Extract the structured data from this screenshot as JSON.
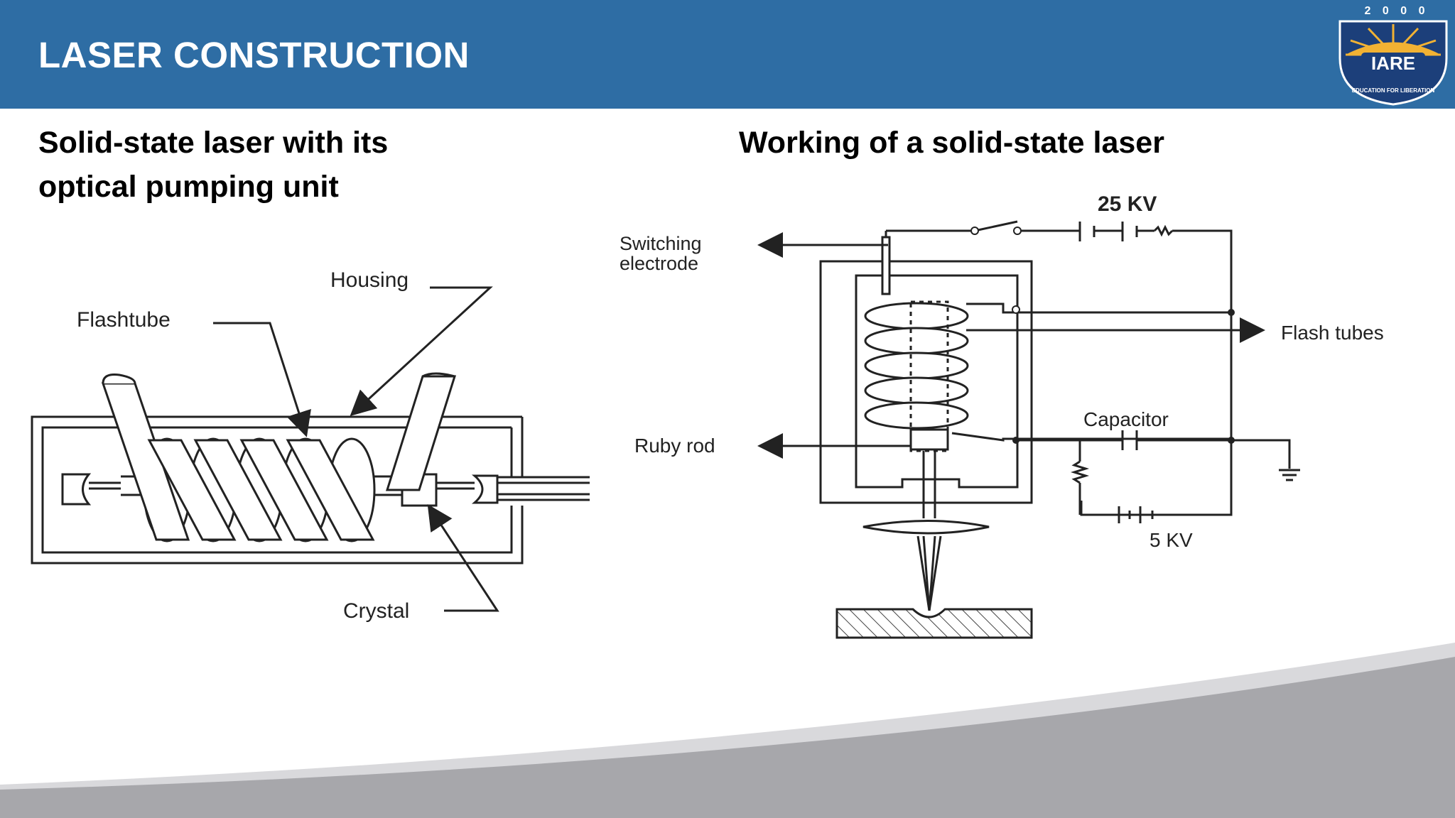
{
  "slide": {
    "title": "LASER CONSTRUCTION"
  },
  "logo": {
    "text": "IARE",
    "year": "2 0 0 0",
    "tagline": "EDUCATION FOR LIBERATION",
    "colors": {
      "navy": "#1c3f7a",
      "gold": "#f2b233"
    }
  },
  "left_panel": {
    "heading_line1": "Solid-state laser with its",
    "heading_line2": "optical pumping unit",
    "labels": {
      "housing": "Housing",
      "flashtube": "Flashtube",
      "crystal": "Crystal"
    }
  },
  "right_panel": {
    "heading": "Working of a solid-state laser",
    "labels": {
      "voltage_high": "25 KV",
      "switching_electrode_line1": "Switching",
      "switching_electrode_line2": "electrode",
      "flash_tubes": "Flash tubes",
      "capacitor": "Capacitor",
      "ruby_rod": "Ruby rod",
      "voltage_low": "5 KV"
    }
  },
  "theme": {
    "header_blue": "#2e6da4",
    "footer_gray": "#a7a7ab"
  }
}
